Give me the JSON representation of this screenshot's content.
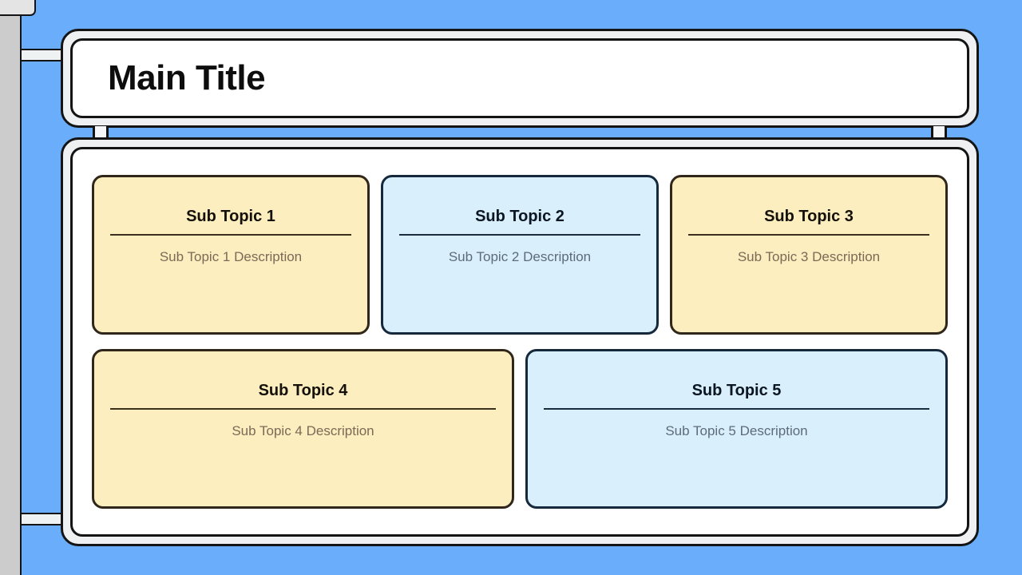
{
  "canvas": {
    "background_color": "#6aaefb",
    "gutter_color": "#cccccc",
    "frame_fill": "#eef0f2",
    "frame_inner_fill": "#ffffff",
    "outline_color": "#141414"
  },
  "header": {
    "title": "Main Title"
  },
  "palette": {
    "amber_fill": "#fceebe",
    "amber_border": "#30261a",
    "amber_text": "#14100a",
    "amber_desc": "#7a6a57",
    "sky_fill": "#d9effc",
    "sky_border": "#16283c",
    "sky_text": "#0c1622",
    "sky_desc": "#5d6b7a"
  },
  "body": {
    "rows": [
      {
        "cards": [
          {
            "title": "Sub Topic 1",
            "description": "Sub Topic 1 Description",
            "theme": "amber"
          },
          {
            "title": "Sub Topic 2",
            "description": "Sub Topic 2 Description",
            "theme": "sky"
          },
          {
            "title": "Sub Topic 3",
            "description": "Sub Topic 3 Description",
            "theme": "amber"
          }
        ]
      },
      {
        "cards": [
          {
            "title": "Sub Topic 4",
            "description": "Sub Topic 4 Description",
            "theme": "amber"
          },
          {
            "title": "Sub Topic 5",
            "description": "Sub Topic 5 Description",
            "theme": "sky"
          }
        ]
      }
    ]
  }
}
